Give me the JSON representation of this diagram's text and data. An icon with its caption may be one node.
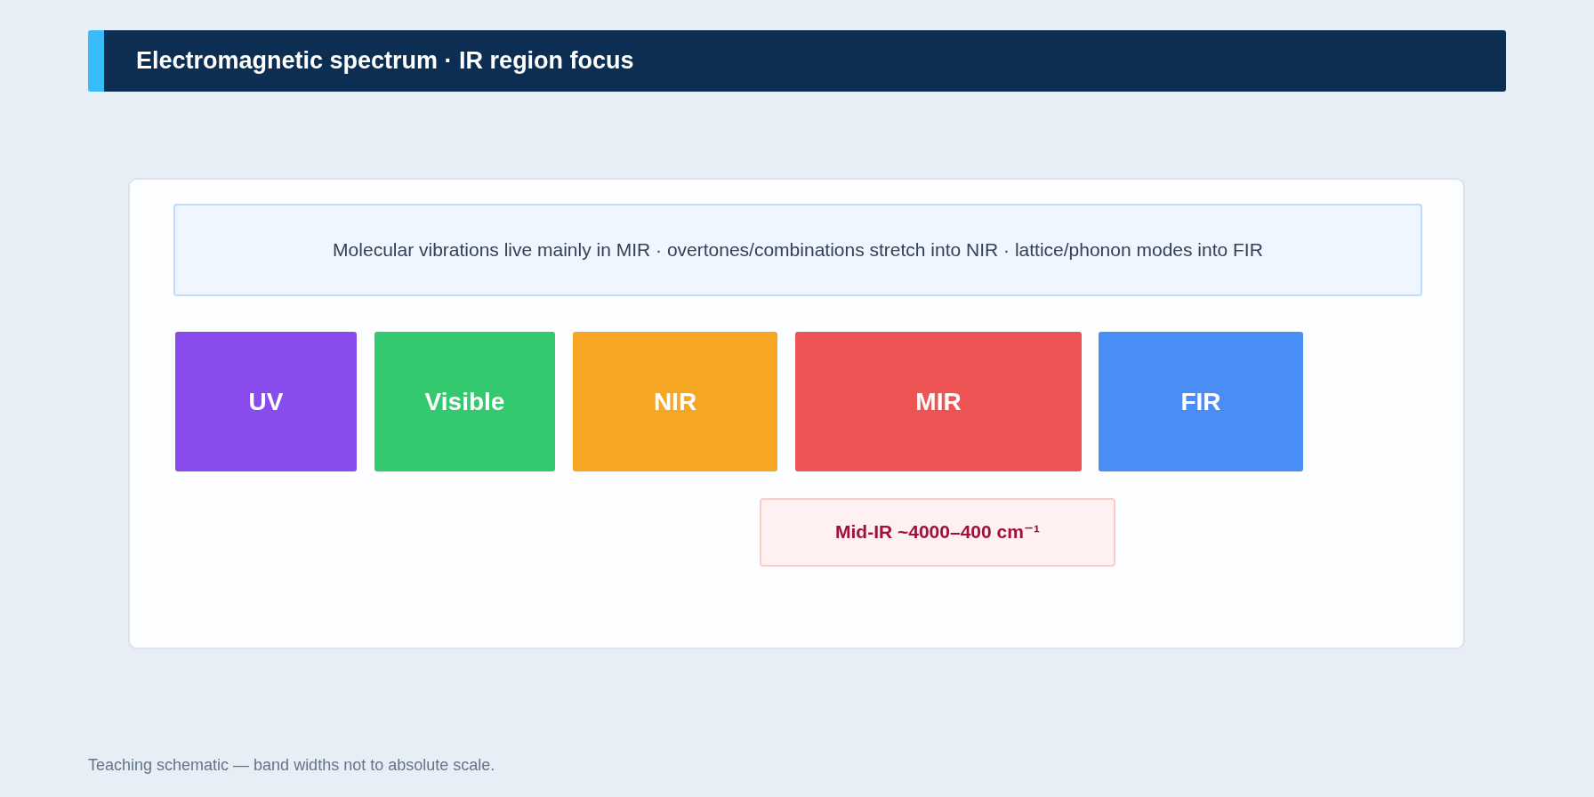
{
  "diagram": {
    "title": "Electromagnetic spectrum · IR region focus",
    "caption": "Teaching schematic — band widths not to absolute scale.",
    "nodes": [
      {
        "text": [
          "Molecular vibrations live mainly in MIR · overtones/combinations stretch into NIR · lattice/phonon modes into FIR"
        ]
      },
      {
        "text": [
          "UV"
        ]
      },
      {
        "text": [
          "Visible"
        ]
      },
      {
        "text": [
          "NIR"
        ]
      },
      {
        "text": [
          "MIR"
        ]
      },
      {
        "text": [
          "FIR"
        ]
      },
      {
        "text": [
          "Mid-IR ~4000–400 cm⁻¹"
        ]
      }
    ]
  }
}
